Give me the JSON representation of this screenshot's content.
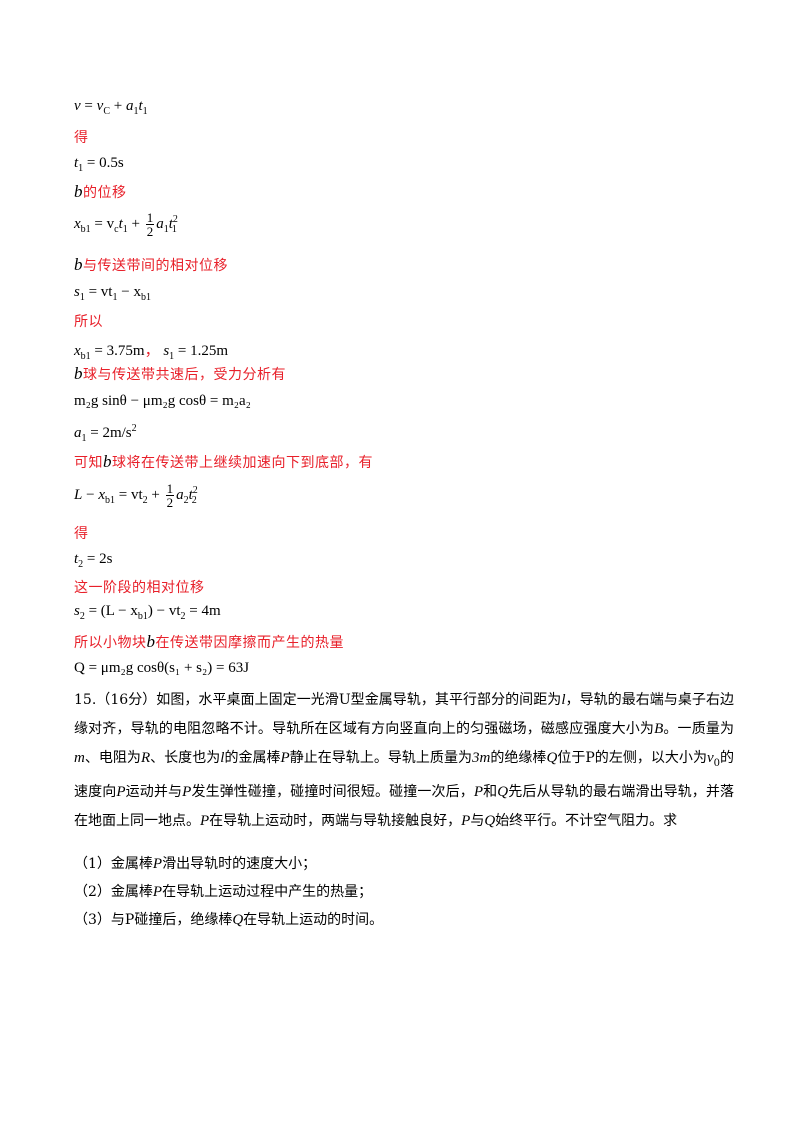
{
  "solution": {
    "l1": {
      "v": "v",
      "vC": "v",
      "vCsub": "C",
      "a1": "a",
      "a1sub": "1",
      "t1": "t",
      "t1sub": "1"
    },
    "de1": "得",
    "t1_eq": {
      "lhs": "t",
      "sub": "1",
      "rhs": "= 0.5s"
    },
    "b_disp": {
      "var": "b",
      "text": "的位移"
    },
    "xb1_eq": {
      "x": "x",
      "xsub": "b1",
      "rest1": "= v",
      "vsub": "c",
      "t": "t",
      "tsub": "1",
      "plus": "+",
      "num": "1",
      "den": "2",
      "a": "a",
      "asub": "1",
      "t2": "t",
      "t2sub": "1",
      "t2sup": "2"
    },
    "b_rel": {
      "var": "b",
      "text": "与传送带间的相对位移"
    },
    "s1_eq": {
      "s": "s",
      "ssub": "1",
      "mid": "= vt",
      "midsub": "1",
      "minus": "− x",
      "xsub": "b1"
    },
    "suoyi": "所以",
    "vals": {
      "x": "x",
      "xsub": "b1",
      "xval": "= 3.75m",
      "comma": "，",
      "s": "s",
      "ssub": "1",
      "sval": "= 1.25m"
    },
    "b_force": {
      "var": "b",
      "text": "球与传送带共速后，受力分析有"
    },
    "force_eq": "m₂g sinθ − μm₂g cosθ = m₂a₂",
    "a1_eq": {
      "a": "a",
      "asub": "1",
      "val": "= 2m/s",
      "sup": "2"
    },
    "kezhi": {
      "pre": "可知",
      "var": "b",
      "text": "球将在传送带上继续加速向下到底部，有"
    },
    "L_eq": {
      "lhs": "L − x",
      "lsub": "b1",
      "mid": "= vt",
      "midsub": "2",
      "plus": "+",
      "num": "1",
      "den": "2",
      "a": "a",
      "asub": "2",
      "t": "t",
      "tsub": "2",
      "tsup": "2"
    },
    "de2": "得",
    "t2_eq": {
      "t": "t",
      "tsub": "2",
      "val": "= 2s"
    },
    "stage": "这一阶段的相对位移",
    "s2_eq": {
      "s": "s",
      "ssub": "2",
      "body": "= (L − x",
      "bsub": "b1",
      "rest": ") − vt",
      "rsub": "2",
      "val": "= 4m"
    },
    "heat": {
      "pre": "所以小物块",
      "var": "b",
      "text": "在传送带因摩擦而产生的热量"
    },
    "Q_eq": "Q = μm₂g cosθ(s₁ + s₂) = 63J"
  },
  "problem": {
    "number": "15.",
    "score": "（16分）",
    "p1": "如图，水平桌面上固定一光滑U型金属导轨，其平行部分的间距为",
    "l": "l",
    "p2": "，导轨的最右端与桌子右",
    "p3": "边缘对齐，导轨的电阻忽略不计。导轨所在区域有方向竖直向上的匀强磁场，磁感应强度大小为",
    "B": "B",
    "p4": "。一质",
    "p5": "量为",
    "m": "m",
    "p6": "、电阻为",
    "R": "R",
    "p7": "、长度也为",
    "l2": "l",
    "p8": "的金属棒",
    "P": "P",
    "p9": "静止在导轨上。导轨上质量为",
    "threem": "3m",
    "p10": "的绝缘棒",
    "Q": "Q",
    "p11": "位于P的左侧，以",
    "p12": "大小为",
    "v0": "v",
    "v0sub": "0",
    "p13": "的速度向",
    "P2": "P",
    "p14": "运动并与",
    "P3": "P",
    "p15": "发生弹性碰撞，碰撞时间很短。碰撞一次后，",
    "P4": "P",
    "p16": "和",
    "Q2": "Q",
    "p17": "先后从导轨的最右端",
    "p18": "滑出导轨，并落在地面上同一地点。",
    "P5": "P",
    "p19": "在导轨上运动时，两端与导轨接触良好，",
    "P6": "P",
    "p20": "与",
    "Q3": "Q",
    "p21": "始终平行。不计空",
    "p22": "气阻力。求",
    "q1a": "（1）金属棒",
    "q1P": "P",
    "q1b": "滑出导轨时的速度大小；",
    "q2a": "（2）金属棒",
    "q2P": "P",
    "q2b": "在导轨上运动过程中产生的热量；",
    "q3a": "（3）与P碰撞后，绝缘棒",
    "q3Q": "Q",
    "q3b": "在导轨上运动的时间。"
  }
}
